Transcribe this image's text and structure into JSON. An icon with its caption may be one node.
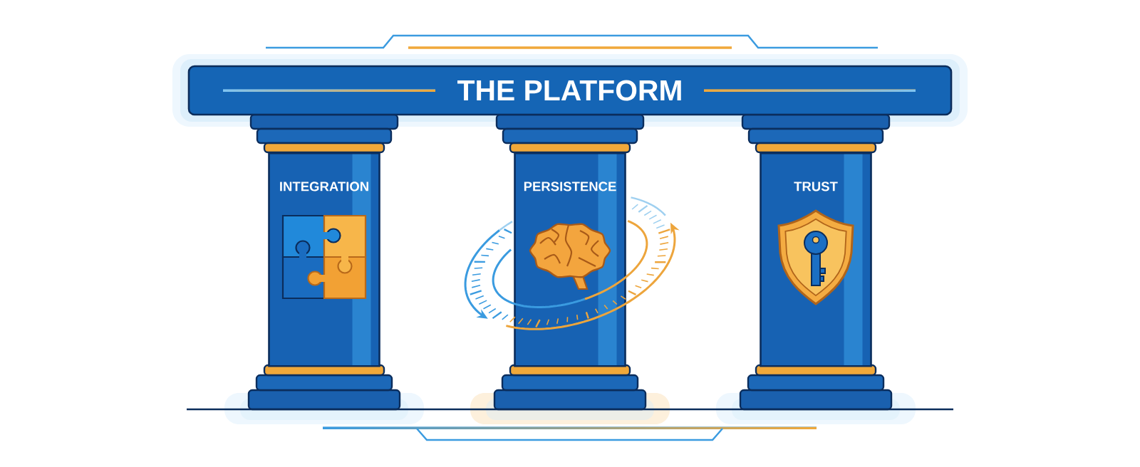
{
  "diagram": {
    "nodes": [
      {
        "text": [
          "THE PLATFORM"
        ]
      },
      {
        "text": [
          "INTEGRATION"
        ]
      },
      {
        "text": [
          "PERSISTENCE"
        ]
      },
      {
        "text": [
          "TRUST"
        ]
      }
    ]
  }
}
